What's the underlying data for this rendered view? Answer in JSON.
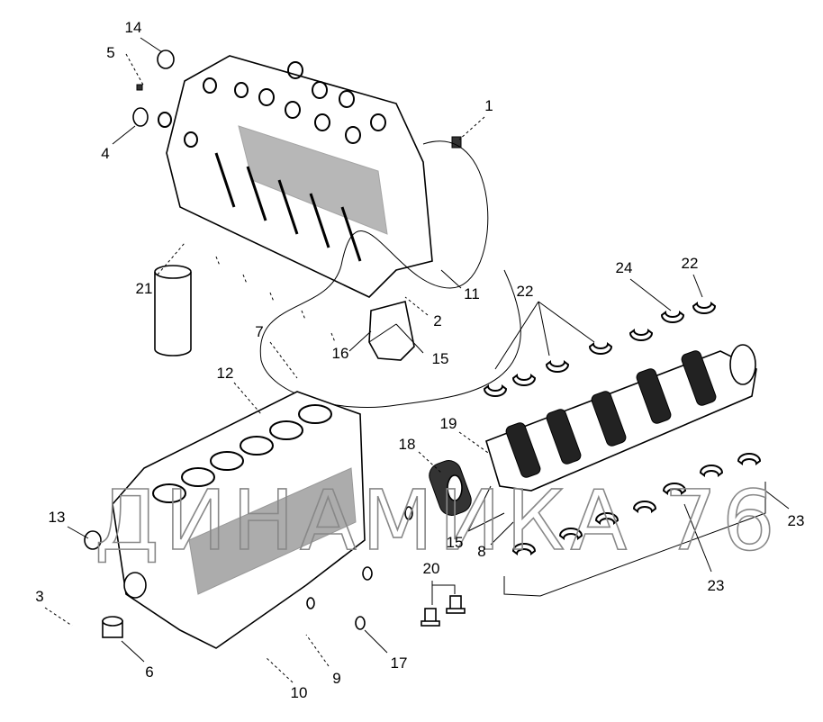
{
  "diagram": {
    "title": "Engine block and crankshaft exploded view",
    "watermark": "ДИНАМИКА 76",
    "callouts": [
      "14",
      "5",
      "4",
      "1",
      "21",
      "11",
      "22",
      "24",
      "22",
      "2",
      "7",
      "15",
      "16",
      "12",
      "19",
      "18",
      "13",
      "15",
      "8",
      "23",
      "3",
      "20",
      "23",
      "6",
      "17",
      "9",
      "10"
    ]
  }
}
